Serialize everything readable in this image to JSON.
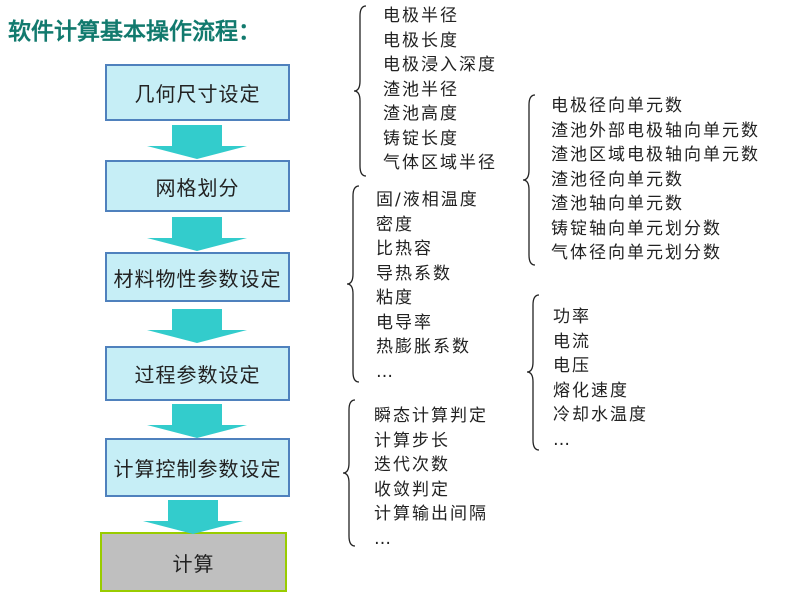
{
  "title": "软件计算基本操作流程：",
  "steps": [
    "几何尺寸设定",
    "网格划分",
    "材料物性参数设定",
    "过程参数设定",
    "计算控制参数设定",
    "计算"
  ],
  "lists": {
    "geometry": [
      "电极半径",
      "电极长度",
      "电极浸入深度",
      "渣池半径",
      "渣池高度",
      "铸锭长度",
      "气体区域半径"
    ],
    "material": [
      "固/液相温度",
      "密度",
      "比热容",
      "导热系数",
      "粘度",
      "电导率",
      "热膨胀系数",
      "…"
    ],
    "control": [
      "瞬态计算判定",
      "计算步长",
      "迭代次数",
      "收敛判定",
      "计算输出间隔",
      "…"
    ],
    "mesh": [
      "电极径向单元数",
      "渣池外部电极轴向单元数",
      "渣池区域电极轴向单元数",
      "渣池径向单元数",
      "渣池轴向单元数",
      "铸锭轴向单元划分数",
      "气体径向单元划分数"
    ],
    "process": [
      "功率",
      "电流",
      "电压",
      "熔化速度",
      "冷却水温度",
      "…"
    ]
  },
  "colors": {
    "title": "#127a6e",
    "arrow": "#33cccc",
    "box": "#c6eef6",
    "box_border": "#4f81bd",
    "calc_box": "#bfbfbf",
    "calc_border": "#99cc00"
  }
}
